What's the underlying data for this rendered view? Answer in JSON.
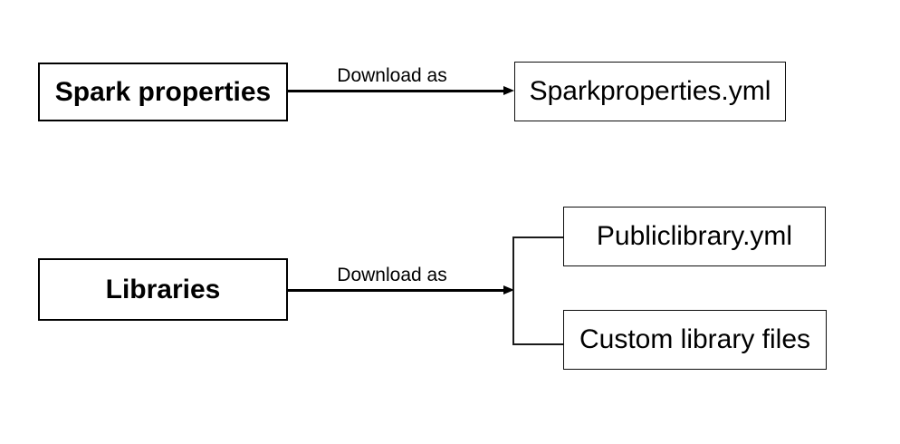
{
  "diagram": {
    "background_color": "#ffffff",
    "line_color": "#000000",
    "text_color": "#000000",
    "nodes": {
      "spark_properties": {
        "label": "Spark properties",
        "style": "bold"
      },
      "sparkproperties_yml": {
        "label": "Sparkproperties.yml",
        "style": "regular"
      },
      "libraries": {
        "label": "Libraries",
        "style": "bold"
      },
      "publiclibrary_yml": {
        "label": "Publiclibrary.yml",
        "style": "regular"
      },
      "custom_library_files": {
        "label": "Custom library files",
        "style": "regular"
      }
    },
    "edges": {
      "spark_properties_to_yml": {
        "label": "Download as",
        "from": "Spark properties",
        "to": "Sparkproperties.yml"
      },
      "libraries_to_files": {
        "label": "Download as",
        "from": "Libraries",
        "to": [
          "Publiclibrary.yml",
          "Custom library files"
        ]
      }
    }
  }
}
